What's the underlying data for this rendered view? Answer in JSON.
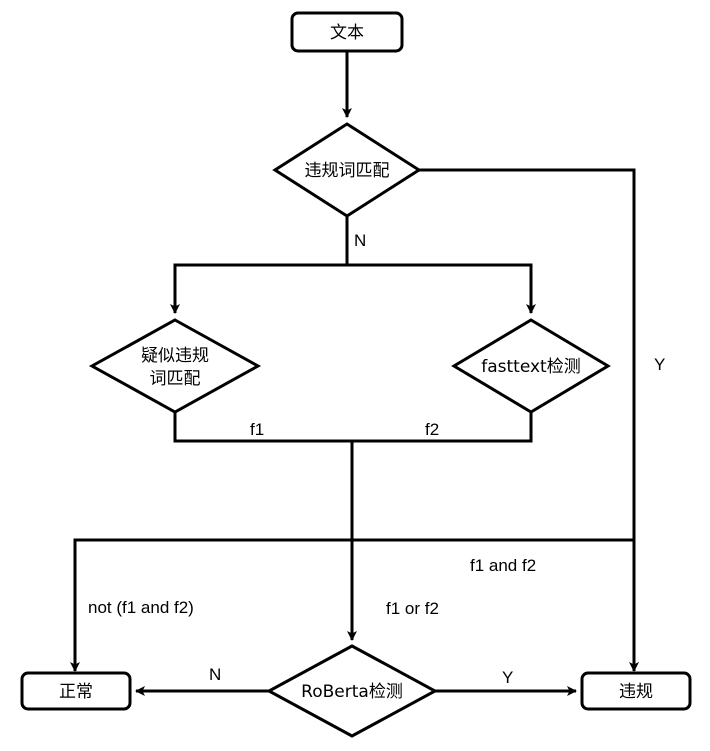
{
  "nodes": {
    "text": "文本",
    "violation_match": "违规词匹配",
    "suspected_line1": "疑似违规",
    "suspected_line2": "词匹配",
    "fasttext": "fasttext检测",
    "roberta": "RoBerta检测",
    "normal": "正常",
    "violation": "违规"
  },
  "edges": {
    "match_no": "N",
    "match_yes": "Y",
    "f1": "f1",
    "f2": "f2",
    "f1_and_f2": "f1 and f2",
    "not_f1_and_f2": "not (f1 and f2)",
    "f1_or_f2": "f1 or f2",
    "roberta_no": "N",
    "roberta_yes": "Y"
  }
}
